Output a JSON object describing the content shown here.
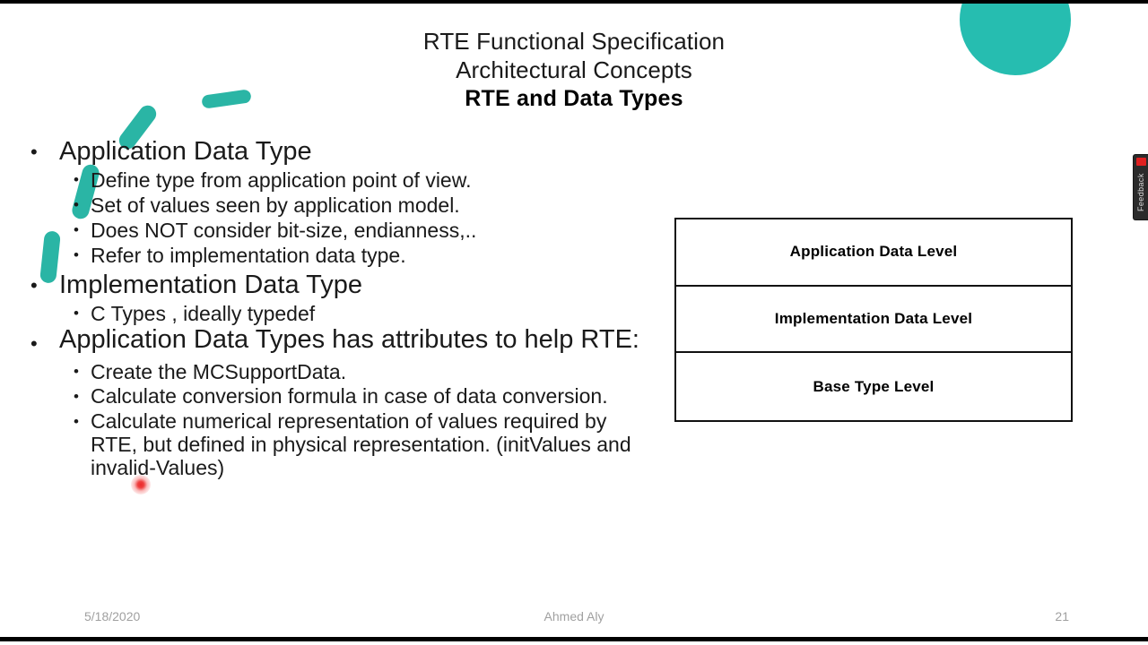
{
  "slide": {
    "title": {
      "line1": "RTE Functional Specification",
      "line2": "Architectural Concepts",
      "line3": "RTE and Data Types"
    },
    "bullets": [
      {
        "level": 1,
        "text": "Application Data Type"
      },
      {
        "level": 2,
        "text": "Define type from application point of view."
      },
      {
        "level": 2,
        "text": "Set of values seen by application model."
      },
      {
        "level": 2,
        "text": "Does NOT consider bit-size, endianness,.."
      },
      {
        "level": 2,
        "text": "Refer to implementation data type."
      },
      {
        "level": 1,
        "text": "Implementation Data Type"
      },
      {
        "level": 2,
        "text": "C Types , ideally typedef"
      },
      {
        "level": 1,
        "text": "Application Data Types has attributes to help RTE:"
      },
      {
        "level": 2,
        "text": "Create the MCSupportData."
      },
      {
        "level": 2,
        "text": "Calculate conversion formula in case of data conversion."
      },
      {
        "level": 2,
        "text": "Calculate numerical representation of values required by RTE, but defined in physical representation. (initValues and invalid-Values)"
      }
    ],
    "bullet_glyph": "•",
    "diagram": {
      "rows": [
        "Application Data Level",
        "Implementation Data Level",
        "Base Type Level"
      ]
    },
    "footer": {
      "date": "5/18/2020",
      "author": "Ahmed Aly",
      "page": "21"
    },
    "edge_tab": {
      "label": "Feedback"
    },
    "colors": {
      "teal": "#26BDB0",
      "teal_stroke": "#2AB5A5",
      "laser_red": "#EB1E1E",
      "text": "#1A1A1A",
      "footer_text": "#A0A0A0"
    }
  }
}
